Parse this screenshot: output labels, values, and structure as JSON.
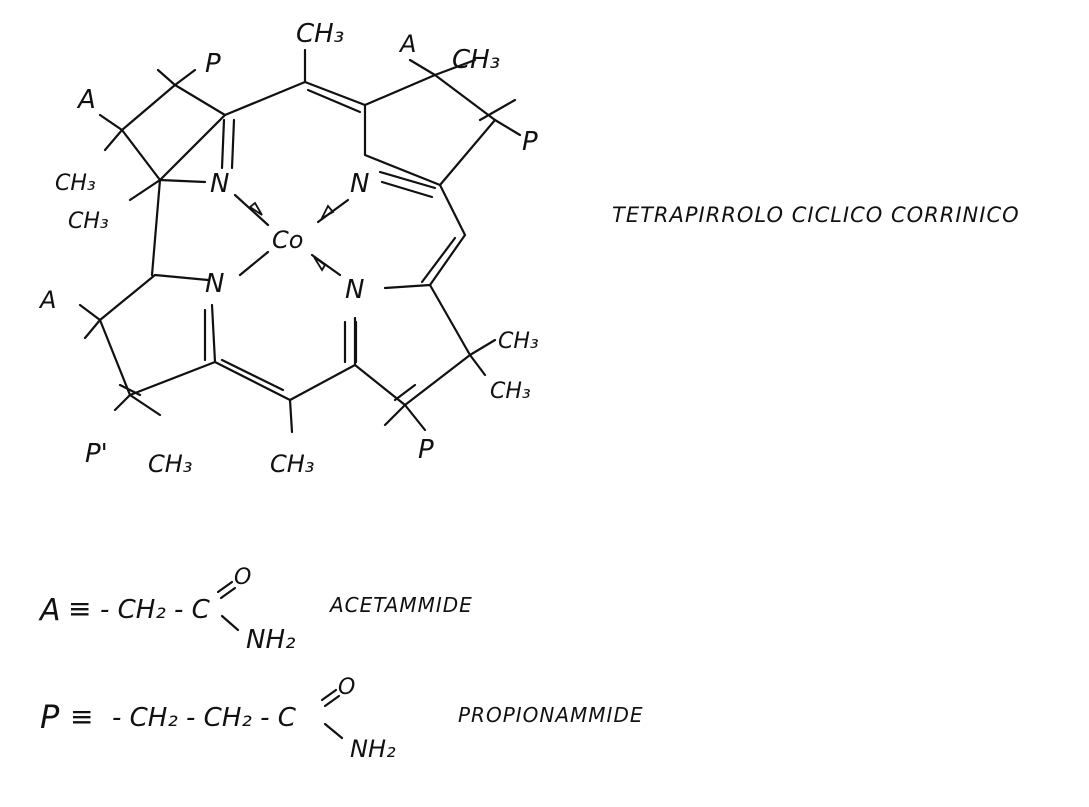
{
  "structure": {
    "atoms": {
      "ch3_top": "CH₃",
      "a_top_right": "A",
      "ch3_top_right": "CH₃",
      "p_top_left": "P",
      "a_left": "A",
      "p_right_top": "P",
      "ch3_left_1": "CH₃",
      "ch3_left_2": "CH₃",
      "n_top_left": "N",
      "n_top_right": "N",
      "co_center": "Co",
      "n_bottom_left": "N",
      "n_bottom_right": "N",
      "a_bottom_left": "A",
      "ch3_right_1": "CH₃",
      "ch3_right_2": "CH₃",
      "p_bottom_left": "P'",
      "ch3_bottom_1": "CH₃",
      "ch3_bottom_2": "CH₃",
      "p_bottom_right": "P"
    },
    "caption": "TETRAPIRROLO CICLICO CORRINICO"
  },
  "legend": {
    "a_def": {
      "symbol": "A",
      "equiv": "≡",
      "chain": "- CH₂ - C",
      "o": "O",
      "nh2": "NH₂",
      "name": "ACETAMMIDE"
    },
    "p_def": {
      "symbol": "P",
      "equiv": "≡",
      "chain": "- CH₂ - CH₂ - C",
      "o": "O",
      "nh2": "NH₂",
      "name": "PROPIONAMMIDE"
    }
  }
}
